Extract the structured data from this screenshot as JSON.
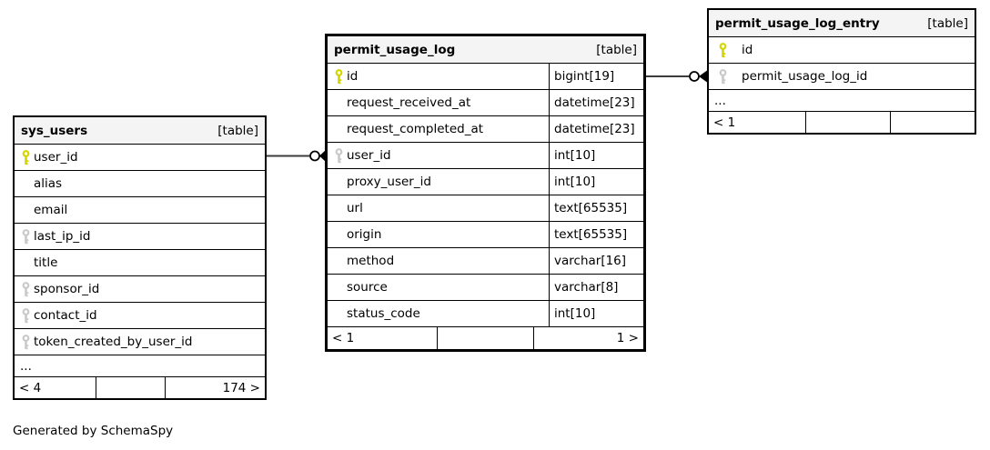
{
  "diagram": {
    "generator_note": "Generated by SchemaSpy",
    "colors": {
      "header_bg": "#f4f4f4",
      "table_bg": "#ffffff",
      "border": "#000000",
      "pk_key": "#d4d400",
      "fk_key": "#c9c9c9",
      "relation_line": "#3c3c3c"
    },
    "tables": [
      {
        "name": "sys_users",
        "badge": "[table]",
        "columns": [
          {
            "name": "user_id",
            "key": "primary"
          },
          {
            "name": "alias",
            "key": "none"
          },
          {
            "name": "email",
            "key": "none"
          },
          {
            "name": "last_ip_id",
            "key": "foreign"
          },
          {
            "name": "title",
            "key": "none"
          },
          {
            "name": "sponsor_id",
            "key": "foreign"
          },
          {
            "name": "contact_id",
            "key": "foreign"
          },
          {
            "name": "token_created_by_user_id",
            "key": "foreign"
          }
        ],
        "ellipsis": "...",
        "footer": {
          "left": "< 4",
          "middle": "",
          "right": "174 >"
        }
      },
      {
        "name": "permit_usage_log",
        "badge": "[table]",
        "columns": [
          {
            "name": "id",
            "type": "bigint[19]",
            "key": "primary"
          },
          {
            "name": "request_received_at",
            "type": "datetime[23]",
            "key": "none"
          },
          {
            "name": "request_completed_at",
            "type": "datetime[23]",
            "key": "none"
          },
          {
            "name": "user_id",
            "type": "int[10]",
            "key": "foreign"
          },
          {
            "name": "proxy_user_id",
            "type": "int[10]",
            "key": "none"
          },
          {
            "name": "url",
            "type": "text[65535]",
            "key": "none"
          },
          {
            "name": "origin",
            "type": "text[65535]",
            "key": "none"
          },
          {
            "name": "method",
            "type": "varchar[16]",
            "key": "none"
          },
          {
            "name": "source",
            "type": "varchar[8]",
            "key": "none"
          },
          {
            "name": "status_code",
            "type": "int[10]",
            "key": "none"
          }
        ],
        "footer": {
          "left": "< 1",
          "middle": "",
          "right": "1 >"
        }
      },
      {
        "name": "permit_usage_log_entry",
        "badge": "[table]",
        "columns": [
          {
            "name": "id",
            "key": "primary"
          },
          {
            "name": "permit_usage_log_id",
            "key": "foreign"
          }
        ],
        "ellipsis": "...",
        "footer": {
          "left": "< 1",
          "middle": "",
          "right": ""
        }
      }
    ],
    "relationships": [
      {
        "from": "sys_users.user_id",
        "to": "permit_usage_log.user_id"
      },
      {
        "from": "permit_usage_log.id",
        "to": "permit_usage_log_entry.permit_usage_log_id"
      }
    ]
  }
}
